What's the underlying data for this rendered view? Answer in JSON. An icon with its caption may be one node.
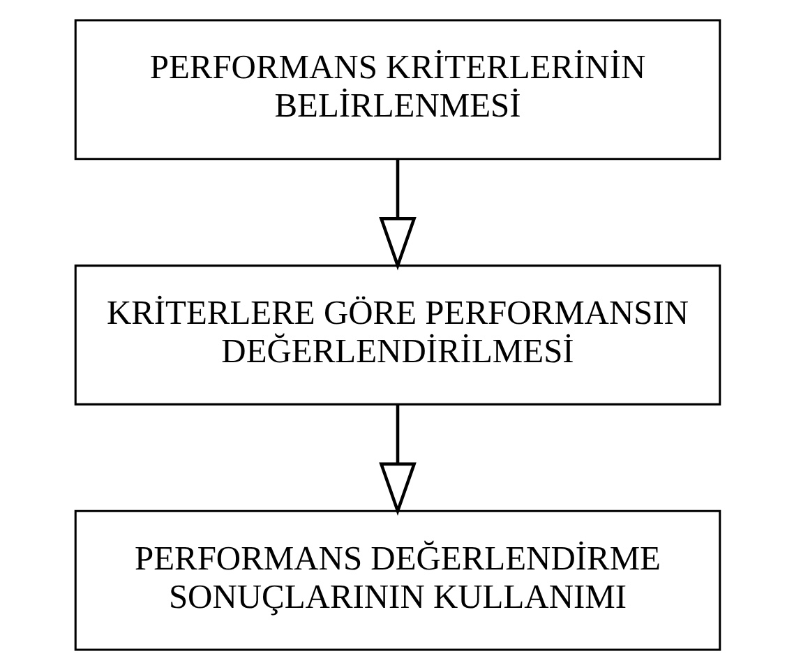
{
  "diagram": {
    "nodes": [
      {
        "text": [
          "PERFORMANS KRİTERLERİNİN BELİRLENMESİ"
        ]
      },
      {
        "text": [
          "KRİTERLERE GÖRE PERFORMANSIN DEĞERLENDİRİLMESİ"
        ]
      },
      {
        "text": [
          "PERFORMANS DEĞERLENDİRME SONUÇLARININ KULLANIMI"
        ]
      }
    ],
    "edges": [
      {
        "from": 0,
        "to": 1,
        "arrow": "to"
      },
      {
        "from": 1,
        "to": 2,
        "arrow": "to"
      }
    ]
  }
}
